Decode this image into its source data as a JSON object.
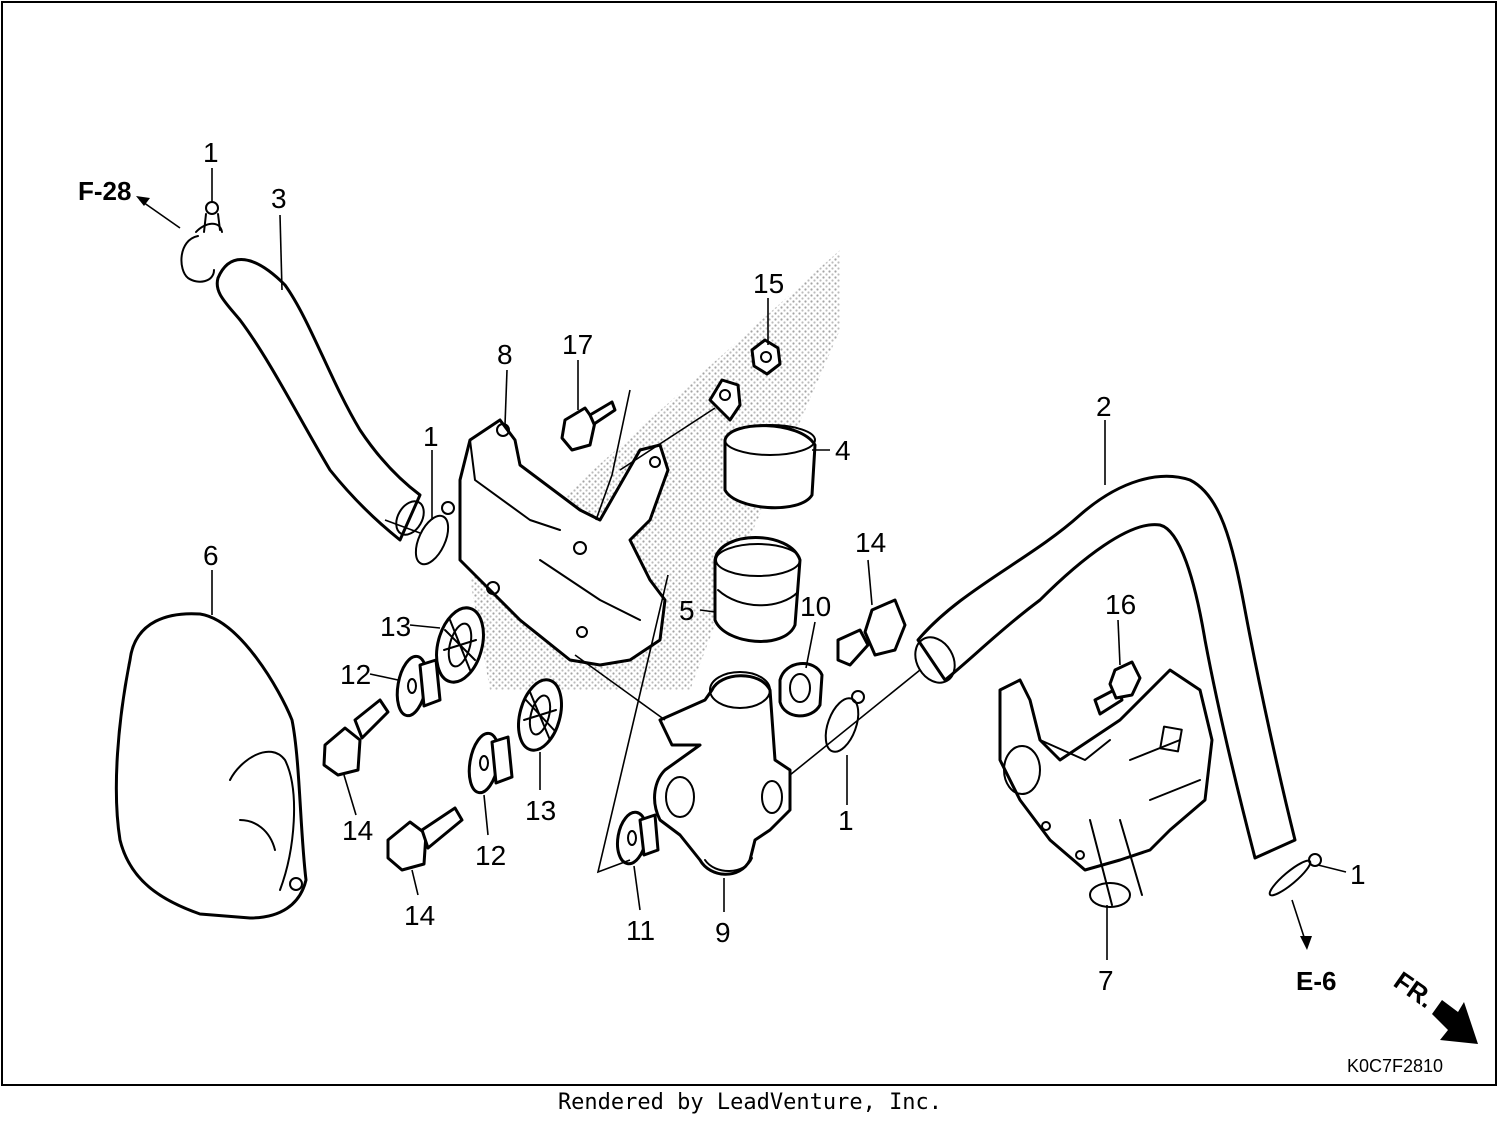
{
  "callouts": {
    "c1a": "1",
    "c3": "3",
    "c8": "8",
    "c17": "17",
    "c15": "15",
    "c1b": "1",
    "c4": "4",
    "c2": "2",
    "c6": "6",
    "c14a": "14",
    "c5": "5",
    "c10": "10",
    "c13a": "13",
    "c12a": "12",
    "c16": "16",
    "c14b": "14",
    "c13b": "13",
    "c1c": "1",
    "c14c": "14",
    "c12b": "12",
    "c11": "11",
    "c9": "9",
    "c1d": "1",
    "c7": "7"
  },
  "references": {
    "top_left": "F-28",
    "bottom_right": "E-6",
    "front": "FR."
  },
  "diagram_code": "K0C7F2810",
  "credit": "Rendered by LeadVenture, Inc."
}
